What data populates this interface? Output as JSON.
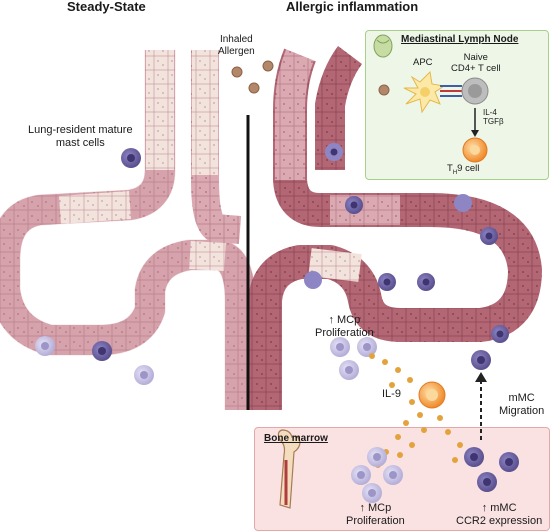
{
  "titles": {
    "steady_state": "Steady-State",
    "allergic_inflammation": "Allergic inflammation"
  },
  "labels": {
    "inhaled_allergen": "Inhaled\nAllergen",
    "lung_resident": "Lung-resident mature\nmast cells",
    "mcp_proliferation_lung": "↑ MCp\nProliferation",
    "il9": "IL-9",
    "mmc_migration": "mMC\nMigration"
  },
  "lymph_node": {
    "title": "Mediastinal Lymph Node",
    "apc": "APC",
    "naive": "Naive\nCD4+ T cell",
    "cytokines": "IL-4\nTGFβ",
    "th9": "T",
    "th9_sub": "H",
    "th9_suffix": "9 cell"
  },
  "bone_marrow": {
    "title": "Bone marrow",
    "mcp_proliferation": "↑ MCp\nProliferation",
    "mmc_ccr2": "↑ mMC\nCCR2 expression"
  },
  "colors": {
    "epithelium_light": "#f3e3dd",
    "epithelium_pink": "#d9a5ae",
    "epithelium_dark": "#a85a66",
    "mast_cell_dark": "#6a5f9e",
    "mast_cell_light": "#c8c3e4",
    "il9_orange": "#f2a43b",
    "lymph_panel": "#eef6e7",
    "bone_panel": "#fbe2e2"
  }
}
